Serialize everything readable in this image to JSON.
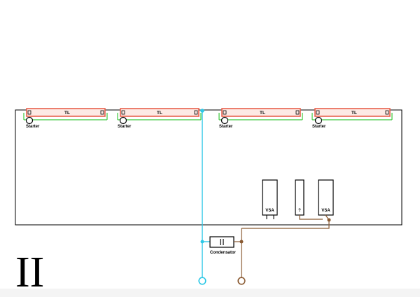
{
  "colors": {
    "frame": "#000000",
    "tube_outline": "#e8604c",
    "tube_fill": "#fde9e4",
    "green_wire": "#3cc83c",
    "cyan_wire": "#2ec8e6",
    "brown_wire": "#8a5a32",
    "bottom_strip": "#f4f4f4"
  },
  "tubes": [
    {
      "label": "TL",
      "starter_label": "Starter"
    },
    {
      "label": "TL",
      "starter_label": "Starter"
    },
    {
      "label": "TL",
      "starter_label": "Starter"
    },
    {
      "label": "TL",
      "starter_label": "Starter"
    }
  ],
  "devices": [
    {
      "label": "VSA"
    },
    {
      "label": "?"
    },
    {
      "label": "VSA"
    }
  ],
  "condenser_label": "Condensator",
  "section_label": "II"
}
